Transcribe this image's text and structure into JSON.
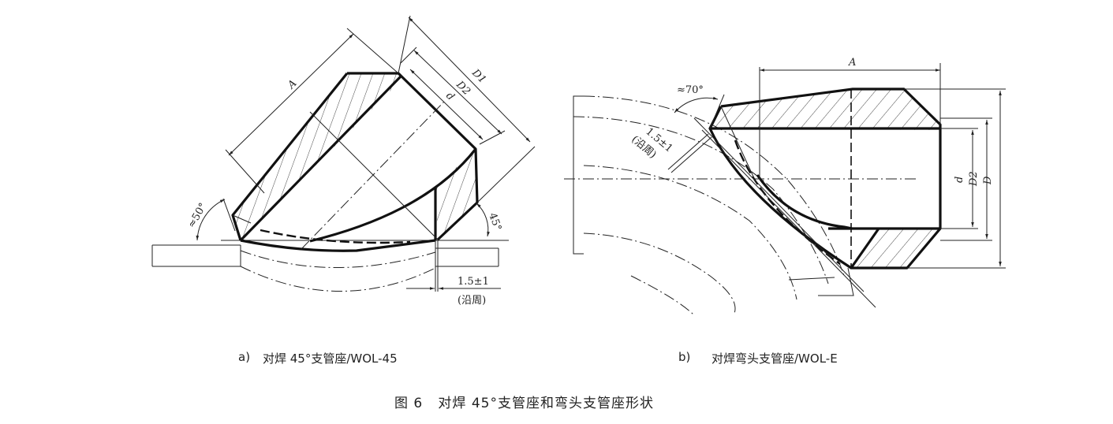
{
  "figure_a": {
    "labels": {
      "A": "A",
      "D1": "D1",
      "D2": "D2",
      "d": "d",
      "angle_weld": "≈50°",
      "angle_branch": "45°",
      "gap": "1.5±1",
      "gap_note": "(沿周)"
    },
    "caption_prefix": "a)",
    "caption": "对焊 45°支管座/WOL-45"
  },
  "figure_b": {
    "labels": {
      "A": "A",
      "d": "d",
      "D2": "D2",
      "D": "D",
      "angle_weld": "≈70°",
      "gap": "1.5±1",
      "gap_note": "(沿周)"
    },
    "caption_prefix": "b)",
    "caption": "对焊弯头支管座/WOL-E"
  },
  "figure_title": "图 6   对焊 45°支管座和弯头支管座形状"
}
